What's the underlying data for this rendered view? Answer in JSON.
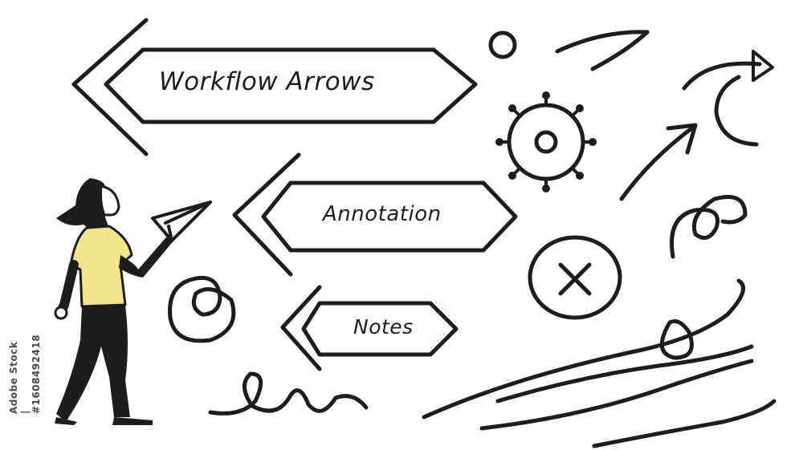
{
  "labels": {
    "workflow": "Workflow Arrows",
    "annotation": "Annotation",
    "notes": "Notes"
  },
  "stock_id": "Adobe Stock | #1608492418",
  "icons": [
    "paper-plane-icon",
    "virus-icon",
    "close-icon",
    "arrow-icon",
    "spiral-icon",
    "circle-icon"
  ],
  "colors": {
    "ink": "#1d1d1d",
    "shirt": "#f4e58c",
    "background": "#ffffff"
  }
}
